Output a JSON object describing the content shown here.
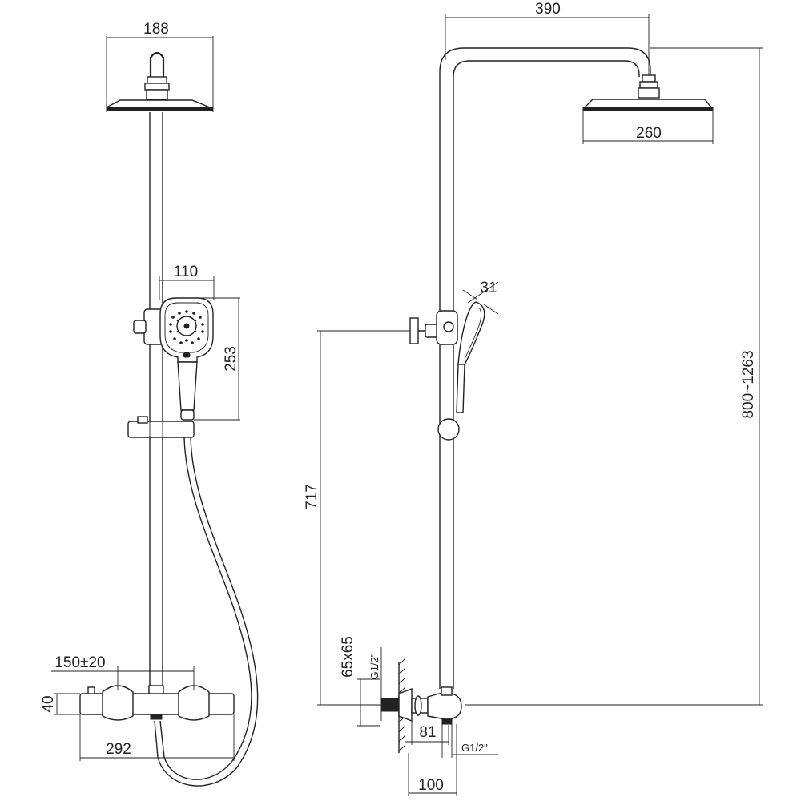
{
  "dimensions": {
    "front": {
      "head_width": "188",
      "handshower_width": "110",
      "handshower_height": "253",
      "inlet_spacing": "150±20",
      "mixer_height": "40",
      "mixer_width": "292"
    },
    "side": {
      "arm_projection": "390",
      "head_diameter": "260",
      "handshower_thickness": "31",
      "total_height": "800~1263",
      "outlet_height": "717",
      "flange_size": "65x65",
      "thread_wall": "G1/2\"",
      "mixer_depth": "81",
      "thread_outlet": "G1/2\"",
      "wall_to_center": "100"
    }
  }
}
